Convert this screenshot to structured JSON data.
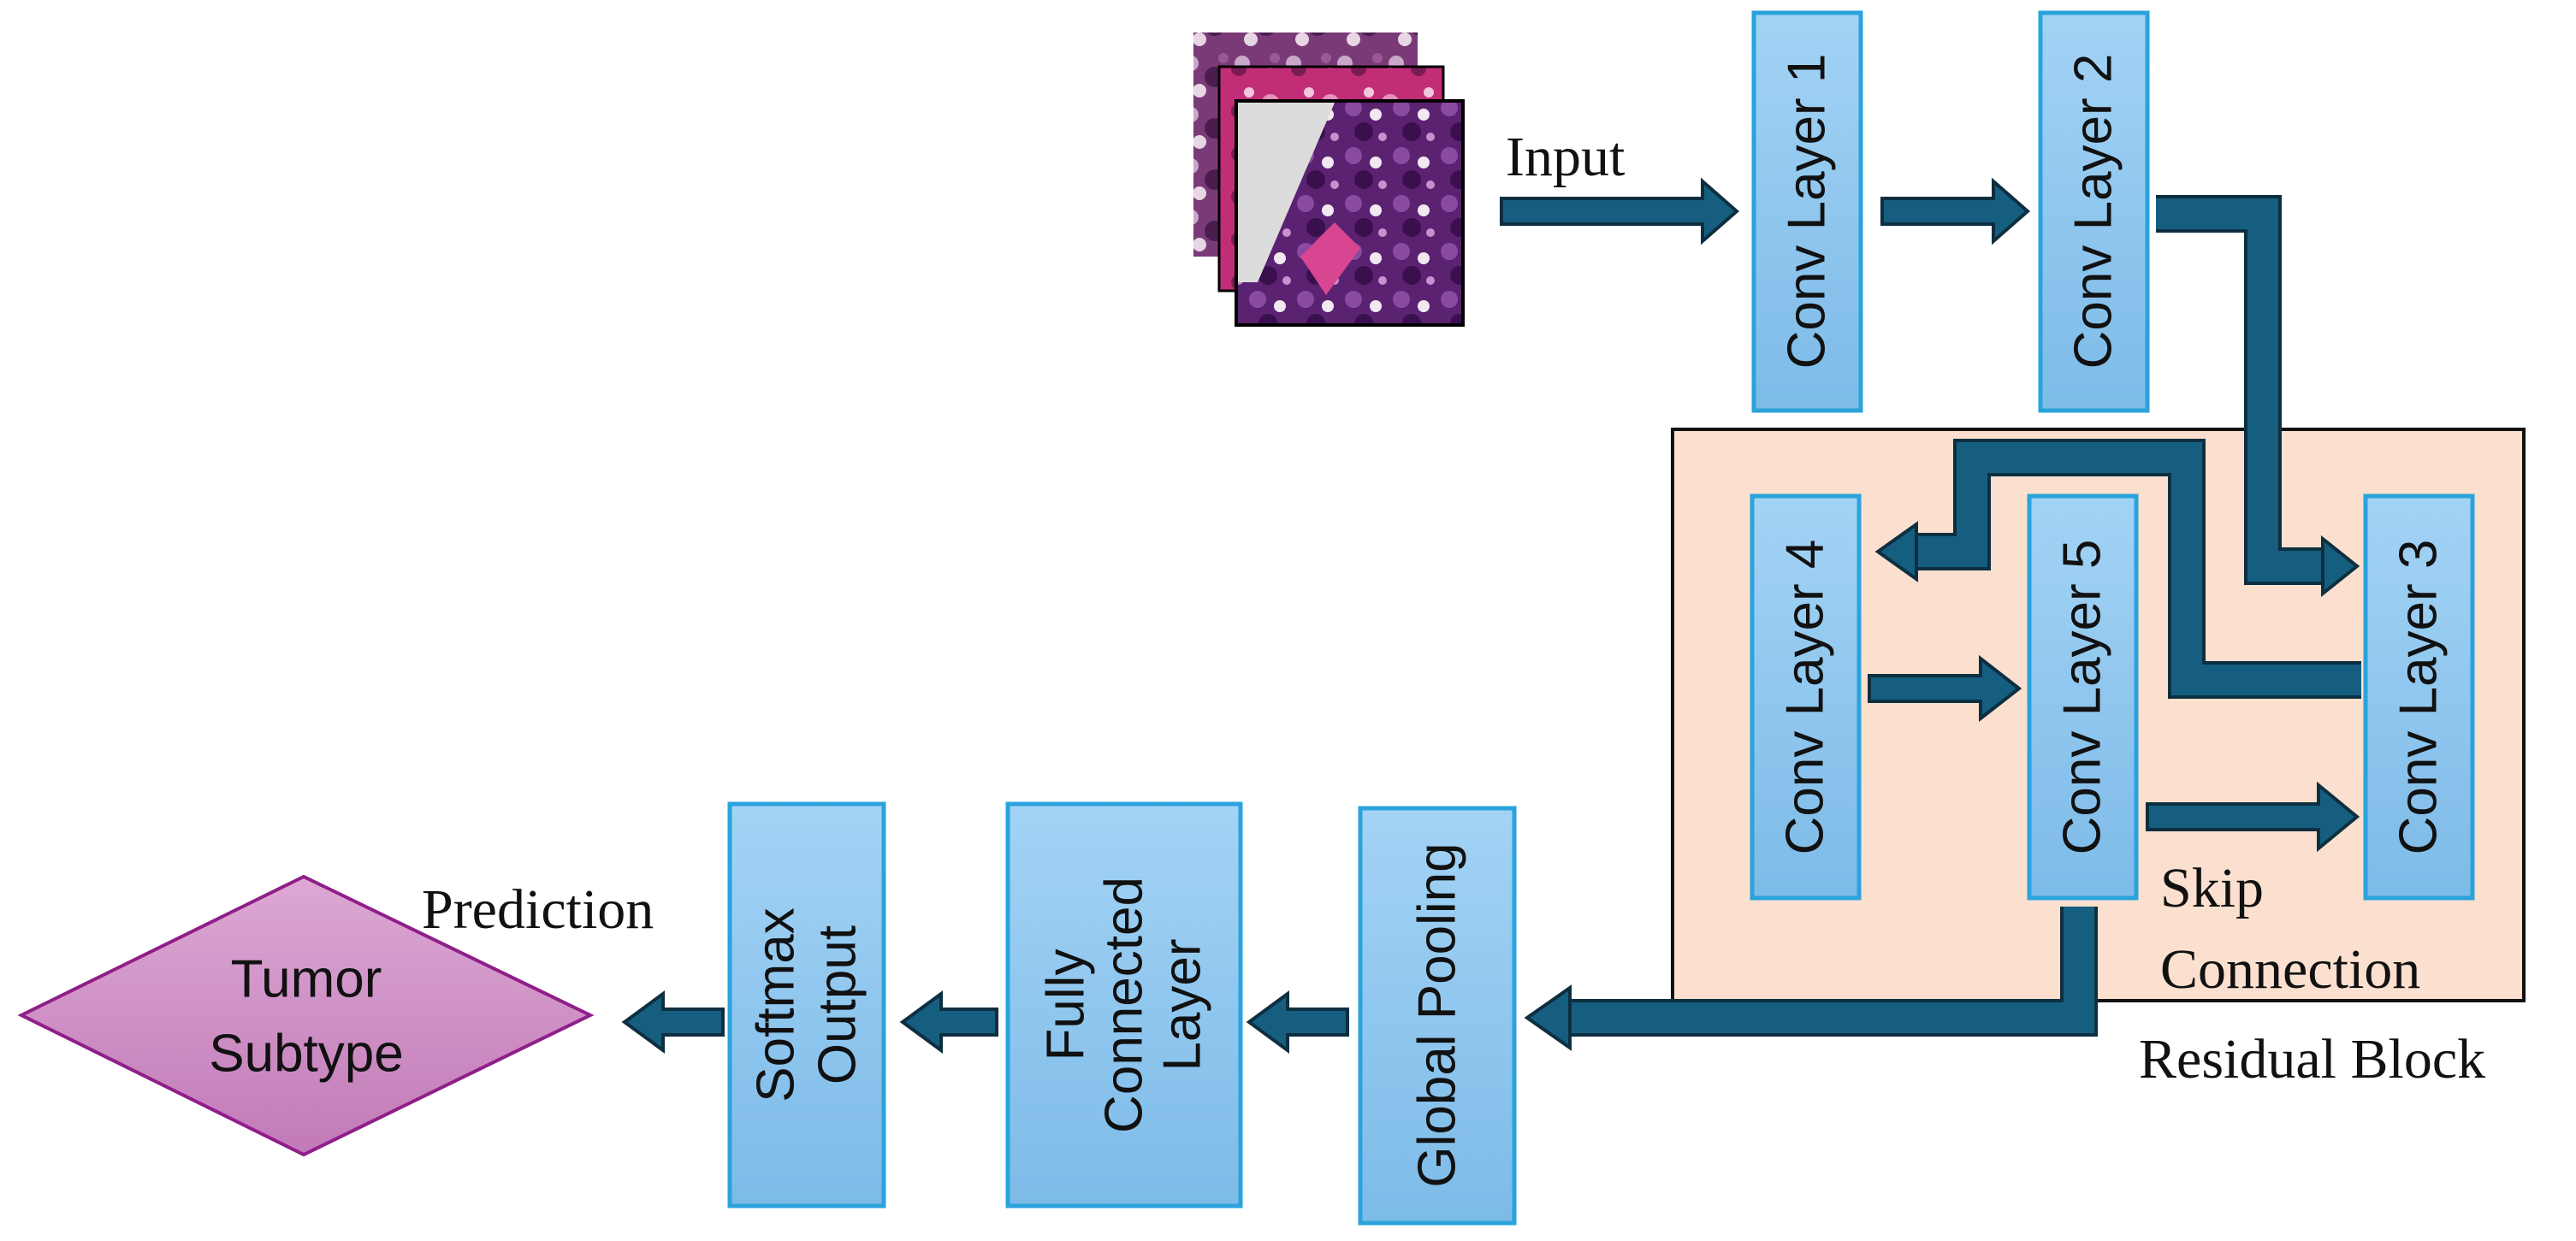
{
  "diagram": {
    "input_label": "Input",
    "layers": {
      "conv1": "Conv Layer 1",
      "conv2": "Conv Layer 2",
      "conv3": "Conv Layer 3",
      "conv4": "Conv Layer 4",
      "conv5": "Conv Layer 5",
      "global_pooling": "Global Pooling",
      "fully_connected": [
        "Fully",
        "Connected",
        "Layer"
      ],
      "softmax": [
        "Softmax",
        "Output"
      ]
    },
    "residual_block_label": "Residual Block",
    "skip_connection_label": [
      "Skip",
      "Connection"
    ],
    "prediction_label": "Prediction",
    "output_node": [
      "Tumor",
      "Subtype"
    ]
  },
  "colors": {
    "box_fill_top": "#a3d3f5",
    "box_fill_bottom": "#7dbbe8",
    "box_border": "#2aa3dc",
    "arrow_fill": "#165e80",
    "arrow_border": "#0d2f40",
    "residual_fill": "#fbe0cf",
    "diamond_fill": "#cf94c5",
    "diamond_border": "#8f1e8a"
  },
  "icons": {
    "input_images": "histopathology-image-stack-icon"
  }
}
